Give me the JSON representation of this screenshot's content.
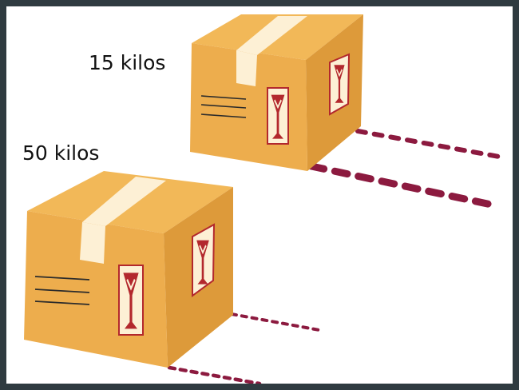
{
  "labels": {
    "box_small_weight": "15 kilos",
    "box_large_weight": "50 kilos"
  },
  "colors": {
    "background_frame": "#2f3b40",
    "box_top": "#f2b858",
    "box_front": "#edad4d",
    "box_side": "#dd9a3a",
    "tape": "#fdf0d5",
    "sticker_border": "#b3282d",
    "trail": "#8c1a3f",
    "lines": "#2b2b2b"
  },
  "icons": [
    "fragile-glass-sticker"
  ]
}
